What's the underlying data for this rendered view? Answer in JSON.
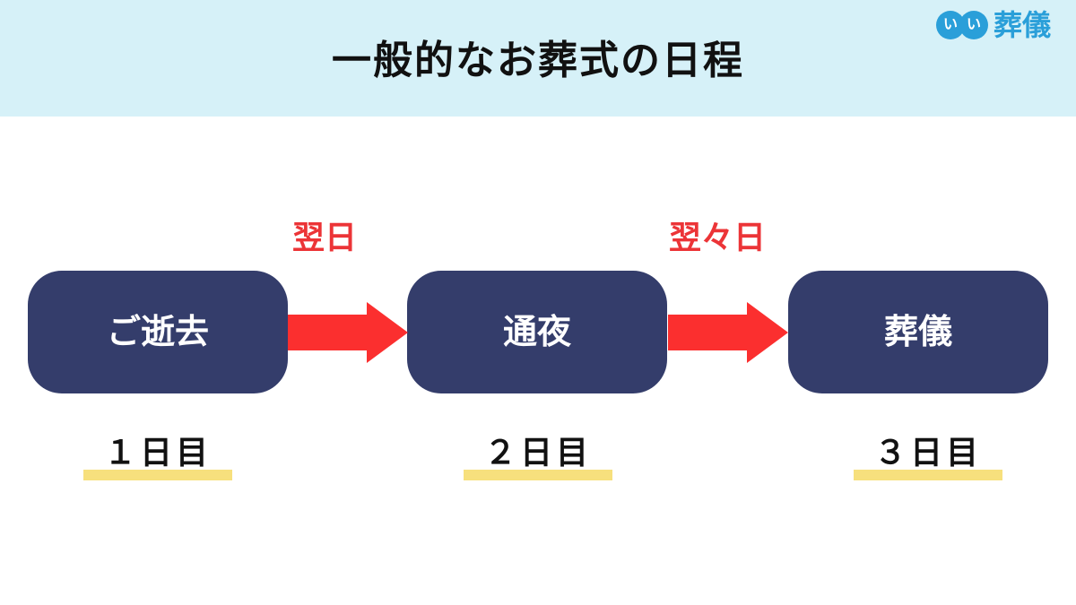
{
  "header": {
    "title": "一般的なお葬式の日程",
    "logo": {
      "mark_1": "い",
      "mark_2": "い",
      "text": "葬儀",
      "brand_color": "#2a9fd9"
    }
  },
  "steps": [
    {
      "label": "ご逝去",
      "day": "１日目"
    },
    {
      "label": "通夜",
      "day": "２日目"
    },
    {
      "label": "葬儀",
      "day": "３日目"
    }
  ],
  "transitions": [
    {
      "label": "翌日"
    },
    {
      "label": "翌々日"
    }
  ],
  "colors": {
    "header_bg": "#d6f1f8",
    "box": "#343d6b",
    "arrow": "#fb2f2f",
    "transition_text": "#ec3437",
    "underline": "#f7e07d"
  }
}
